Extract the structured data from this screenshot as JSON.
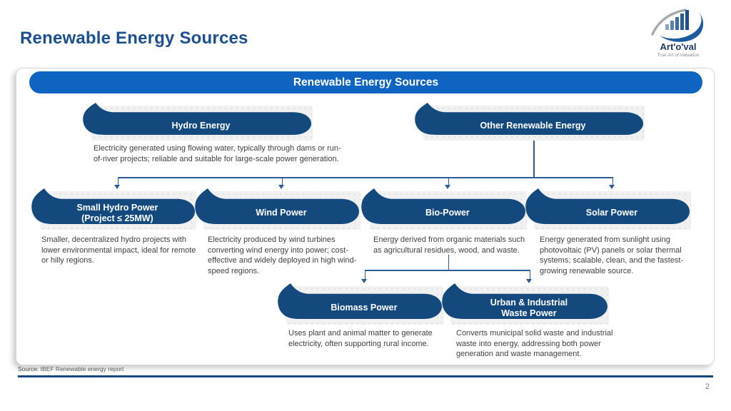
{
  "slide": {
    "title": "Renewable Energy Sources",
    "page_number": "2",
    "source_label": "Source:",
    "source_text": "IBEF Renewable energy report"
  },
  "logo": {
    "name": "Art'o'val",
    "tagline": "True Art of Valuation"
  },
  "colors": {
    "title_blue": "#1B4F8F",
    "banner_blue": "#0E64C0",
    "pill_navy": "#14497E",
    "connector_blue": "#2E5C98",
    "node_card_gray": "#F1F1F1",
    "body_text": "#3F3F3F",
    "footer_line_blue": "#17477E",
    "page_number_gray": "#808080"
  },
  "diagram": {
    "root_label": "Renewable Energy Sources",
    "branches": [
      {
        "label": "Hydro Energy",
        "description": "Electricity generated using flowing water, typically through dams or run-of-river projects; reliable and suitable for large-scale power generation."
      },
      {
        "label": "Other Renewable Energy"
      }
    ],
    "types": [
      {
        "label": "Small Hydro Power\n(Project ≤ 25MW)",
        "description": "Smaller, decentralized hydro projects with lower environmental impact, ideal for remote or hilly regions."
      },
      {
        "label": "Wind Power",
        "description": "Electricity produced by wind turbines converting wind energy into power; cost-effective and widely deployed in high wind-speed regions."
      },
      {
        "label": "Bio-Power",
        "description": "Energy derived from organic materials such as agricultural residues, wood, and waste."
      },
      {
        "label": "Solar Power",
        "description": "Energy generated from sunlight using photovoltaic (PV) panels or solar thermal systems; scalable, clean, and the fastest-growing renewable source."
      }
    ],
    "bio_subtypes": [
      {
        "label": "Biomass Power",
        "description": "Uses plant and animal matter to generate electricity, often supporting rural income."
      },
      {
        "label": "Urban & Industrial\nWaste Power",
        "description": "Converts municipal solid waste and industrial waste into energy, addressing both power generation and waste management."
      }
    ]
  }
}
